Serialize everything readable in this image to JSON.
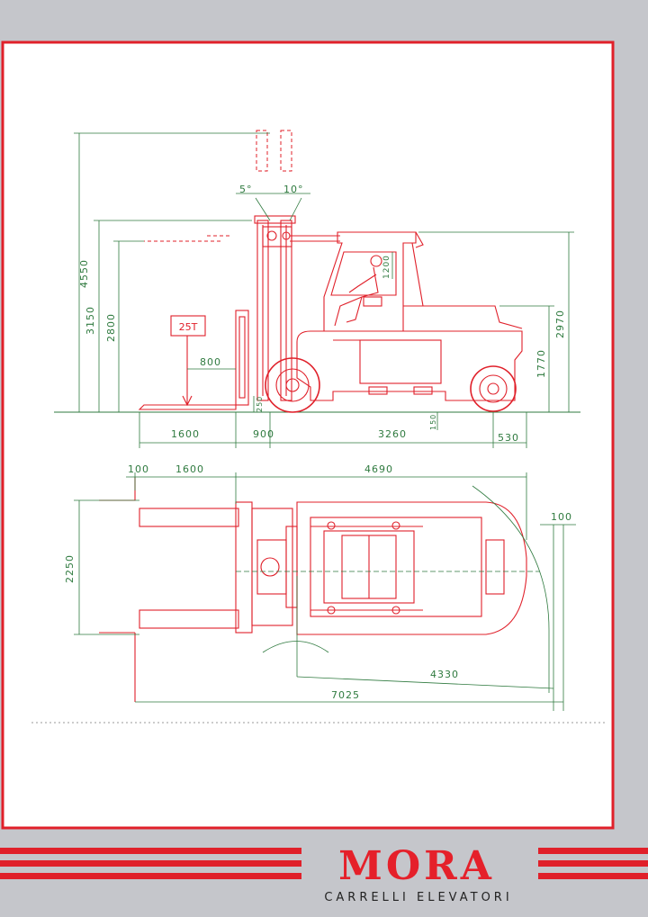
{
  "brand": {
    "name": "MORA",
    "subtitle": "CARRELLI ELEVATORI"
  },
  "load_label": "25T",
  "side_view": {
    "tilt_forward": "5°",
    "tilt_back": "10°",
    "heights": {
      "max_lift_height": "4550",
      "free_lift_height": "3150",
      "mast_height_lowered": "2800",
      "overhead_guard_height": "2970",
      "seat_height": "1770",
      "cab_height_dim": "1200",
      "fork_thickness": "250",
      "ground_clearance": "150"
    },
    "lengths": {
      "load_center": "800",
      "fork_length": "1600",
      "front_overhang": "900",
      "wheelbase": "3260",
      "rear_overhang": "530"
    }
  },
  "top_view": {
    "fork_gap": "100",
    "fork_length": "1600",
    "body_length": "4690",
    "rear_clearance": "100",
    "overall_width": "2250",
    "turning_radius": "4330",
    "overall_length": "7025"
  },
  "colors": {
    "background": "#c5c6cb",
    "drawing_red": "#e0202a",
    "dimension_green": "#2f7a3f"
  }
}
